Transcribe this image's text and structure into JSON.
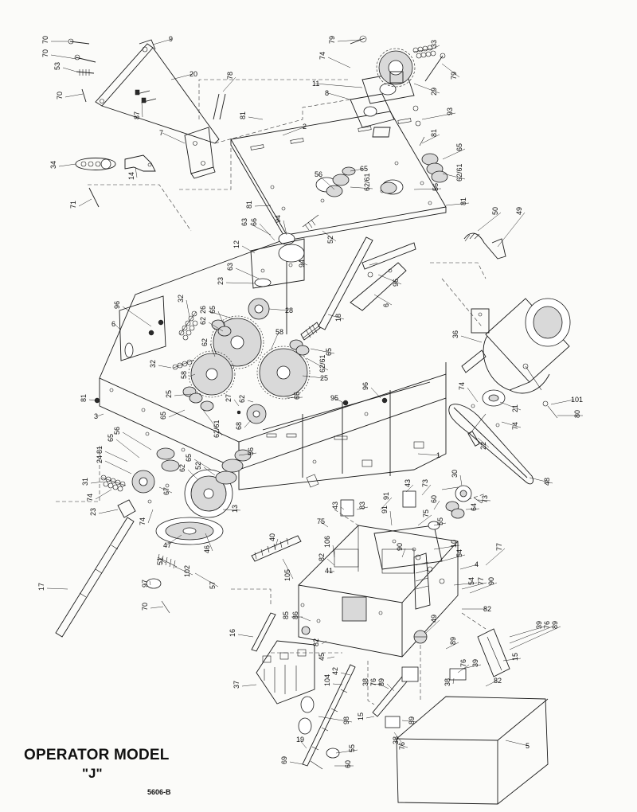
{
  "title": {
    "model": "OPERATOR MODEL",
    "letter": "\"J\"",
    "drawing_number": "5606-B"
  },
  "callouts": [
    "1",
    "2",
    "3",
    "4",
    "5",
    "6",
    "7",
    "8",
    "9",
    "10",
    "11",
    "12",
    "13",
    "14",
    "15",
    "16",
    "17",
    "18",
    "19",
    "20",
    "21",
    "22",
    "23",
    "24",
    "25",
    "26",
    "27",
    "28",
    "29",
    "30",
    "31",
    "32",
    "33",
    "34",
    "36",
    "37",
    "38",
    "39",
    "40",
    "41",
    "42",
    "43",
    "45",
    "46",
    "47",
    "48",
    "49",
    "50",
    "51",
    "52",
    "53",
    "54",
    "55",
    "56",
    "57",
    "58",
    "60",
    "62",
    "62/61",
    "63",
    "64",
    "65",
    "66",
    "67",
    "68",
    "69",
    "70",
    "71",
    "73",
    "74",
    "75",
    "76",
    "77",
    "78",
    "79",
    "80",
    "81",
    "82",
    "83",
    "85",
    "86",
    "87",
    "89",
    "90",
    "91",
    "93",
    "94",
    "95",
    "96",
    "97",
    "98",
    "101",
    "102",
    "104",
    "105",
    "106"
  ]
}
